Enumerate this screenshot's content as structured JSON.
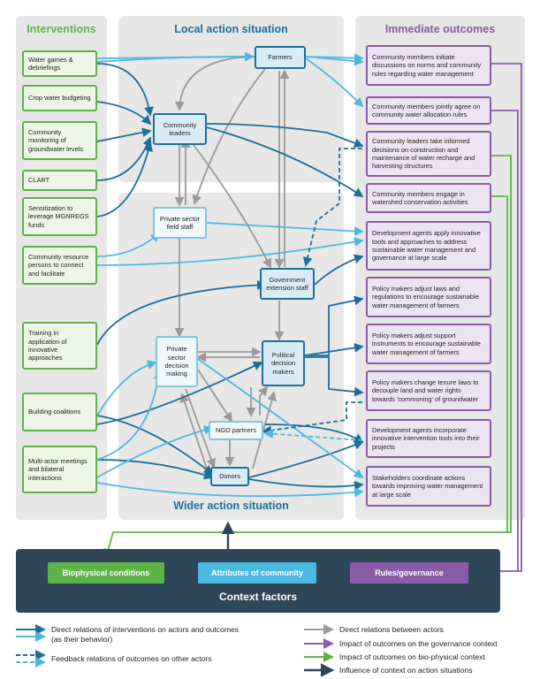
{
  "columns": {
    "interventions": "Interventions",
    "local": "Local action situation",
    "wider": "Wider action situation",
    "outcomes": "Immediate outcomes"
  },
  "interventions": [
    "Water games & debriefings",
    "Crop water budgeting",
    "Community monitoring of groundwater levels",
    "CLART",
    "Sensitization to leverage MGNREGS funds",
    "Community resource persons to connect and facilitate",
    "Training in application of innovative approaches",
    "Building coalitions",
    "Multi-actor meetings and bilateral interactions"
  ],
  "actors": {
    "farmers": "Farmers",
    "community_leaders": "Community leaders",
    "private_sector_field_staff": "Private sector field staff",
    "government_extension_staff": "Government extension staff",
    "private_sector_decision_making": "Private sector decision making",
    "political_decision_makers": "Political decision makers",
    "ngo_partners": "NGO partners",
    "donors": "Donors"
  },
  "outcomes": [
    "Community members initiate discussions on norms and community rules regarding water management",
    "Community members jointly agree on community water allocation rules",
    "Community leaders take informed decisions on construction and maintenance of water recharge and harvesting structures",
    "Community members engage in watershed conservation activities",
    "Development agents apply innovative tools and approaches to address sustainable water management and governance at large scale",
    "Policy makers adjust laws and regulations to encourage sustainable water management of farmers",
    "Policy makers adjust support instruments to encourage sustainable water management of farmers",
    "Policy makers change tenure laws to decouple land and water rights towards 'commoning' of groundwater",
    "Development agents incorporate innovative intervention tools into their projects",
    "Stakeholders coordinate actions towards improving water management at large scale"
  ],
  "context": {
    "title": "Context factors",
    "biophysical": "Biophysical conditions",
    "community": "Attributes of community",
    "rules": "Rules/governance"
  },
  "legend": {
    "direct_interventions": "Direct relations of interventions on actors and outcomes (as their behavior)",
    "feedback": "Feedback relations of outcomes on other actors",
    "between_actors": "Direct relations between actors",
    "governance_impact": "Impact of outcomes on the governance context",
    "biophysical_impact": "Impact of outcomes on bio-physical context",
    "context_influence": "Influence of context on action situations"
  },
  "colors": {
    "green": "#5fb346",
    "dark_blue": "#1d6f9a",
    "light_blue": "#4cb8e0",
    "purple": "#8a5ba6",
    "grey": "#9a9a9a",
    "navy": "#2e4657"
  }
}
